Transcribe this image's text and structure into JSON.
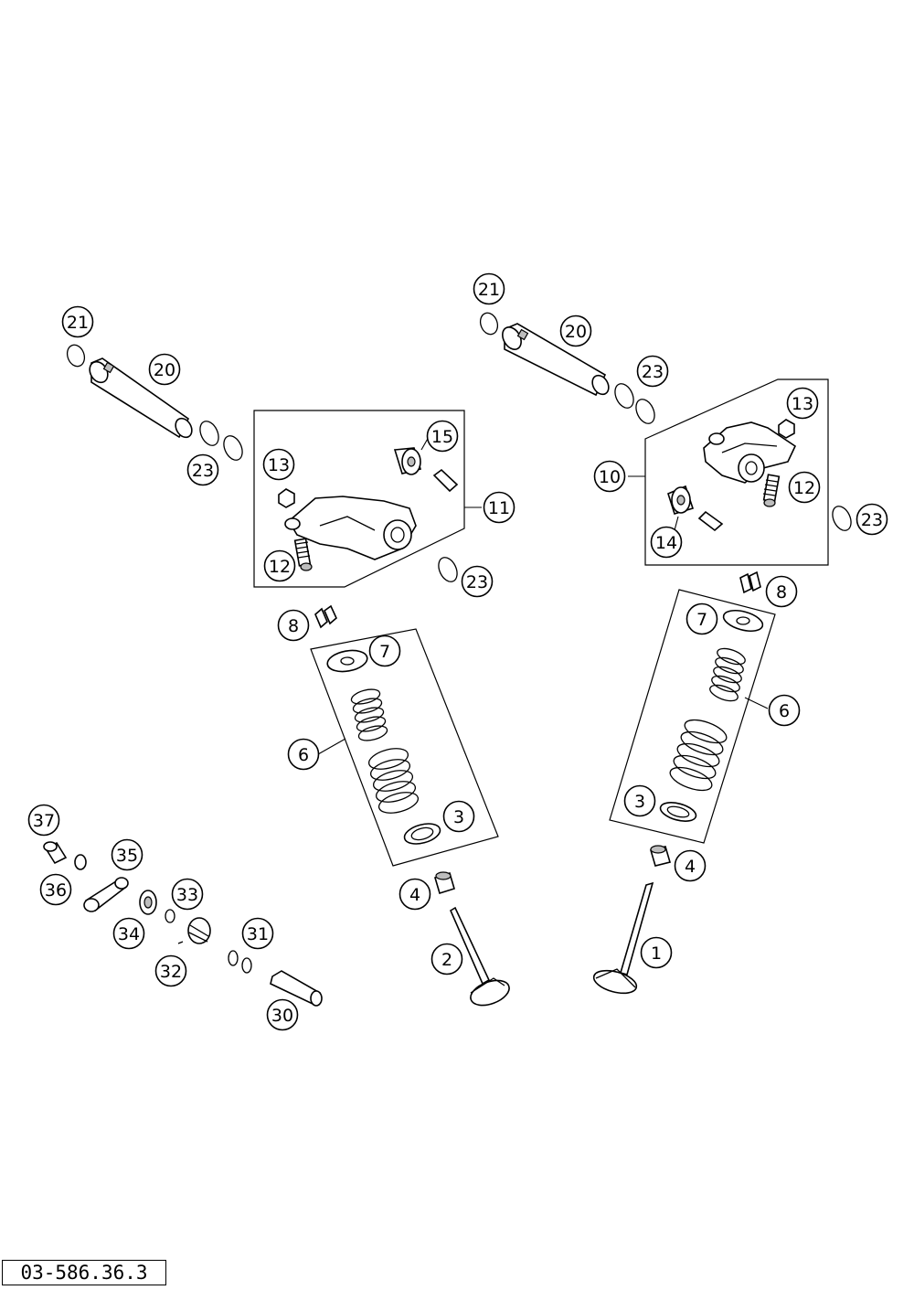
{
  "diagram": {
    "callouts": {
      "l21": "21",
      "l20": "20",
      "l23a": "23",
      "l13": "13",
      "l15": "15",
      "l11": "11",
      "l12": "12",
      "l23b": "23",
      "l8": "8",
      "l7": "7",
      "l6": "6",
      "l3": "3",
      "l4": "4",
      "l2": "2",
      "r21": "21",
      "r20": "20",
      "r23a": "23",
      "r13": "13",
      "r10": "10",
      "r12": "12",
      "r14": "14",
      "r23b": "23",
      "r8": "8",
      "r7": "7",
      "r6": "6",
      "r3": "3",
      "r4": "4",
      "r1": "1",
      "c37": "37",
      "c35": "35",
      "c36": "36",
      "c33": "33",
      "c34": "34",
      "c32": "32",
      "c31": "31",
      "c30": "30"
    },
    "reference_code": "03-586.36.3"
  }
}
